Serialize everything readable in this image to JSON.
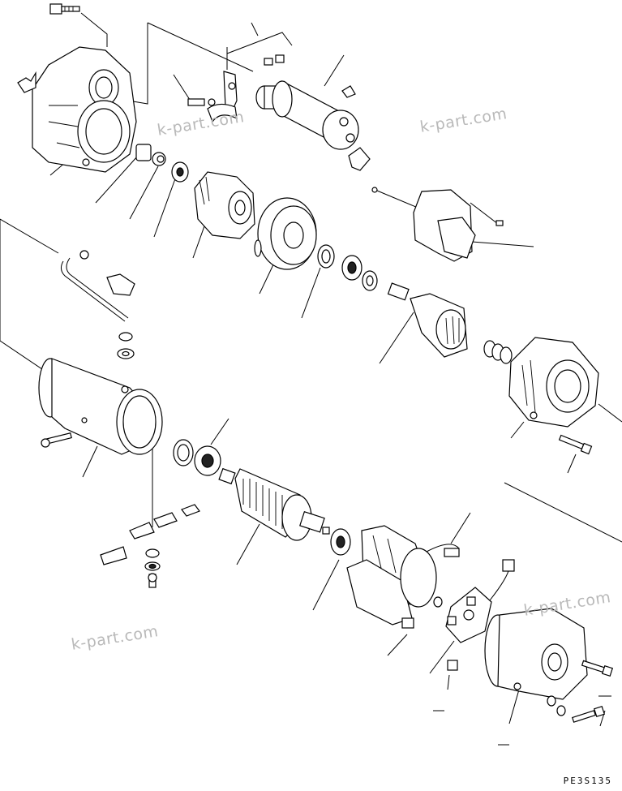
{
  "diagram": {
    "drawing_code": "PE3S135",
    "watermarks": [
      "k-part.com",
      "k-part.com",
      "k-part.com",
      "k-part.com"
    ],
    "colors": {
      "line": "#000000",
      "watermark": "#b9b9b9",
      "background": "#ffffff"
    }
  }
}
